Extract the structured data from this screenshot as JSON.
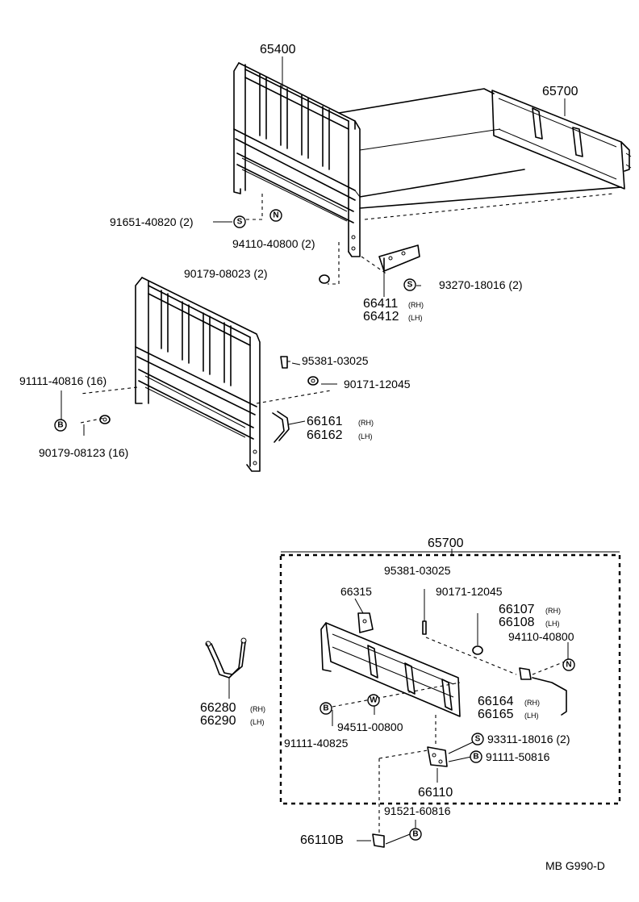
{
  "parts": {
    "p65400": "65400",
    "p65700_top": "65700",
    "p91651": "91651-40820 (2)",
    "p94110_top": "94110-40800 (2)",
    "p90179_08023": "90179-08023 (2)",
    "p93270": "93270-18016 (2)",
    "p66411": "66411",
    "p66412": "66412",
    "p95381_top": "95381-03025",
    "p90171_top": "90171-12045",
    "p91111_40816": "91111-40816 (16)",
    "p90179_08123": "90179-08123 (16)",
    "p66161": "66161",
    "p66162": "66162",
    "p65700_box": "65700",
    "p95381_box": "95381-03025",
    "p66315": "66315",
    "p90171_box": "90171-12045",
    "p66107": "66107",
    "p66108": "66108",
    "p94110_box": "94110-40800",
    "p66280": "66280",
    "p66290": "66290",
    "p66164": "66164",
    "p66165": "66165",
    "p94511": "94511-00800",
    "p91111_40825": "91111-40825",
    "p93311": "93311-18016 (2)",
    "p91111_50816": "91111-50816",
    "p66110": "66110",
    "p91521": "91521-60816",
    "p66110B": "66110B"
  },
  "suffix": {
    "rh": "(RH)",
    "lh": "(LH)"
  },
  "symbols": {
    "s": "S",
    "n": "N",
    "b": "B",
    "w": "W"
  },
  "ref_code": "MB G990-D"
}
